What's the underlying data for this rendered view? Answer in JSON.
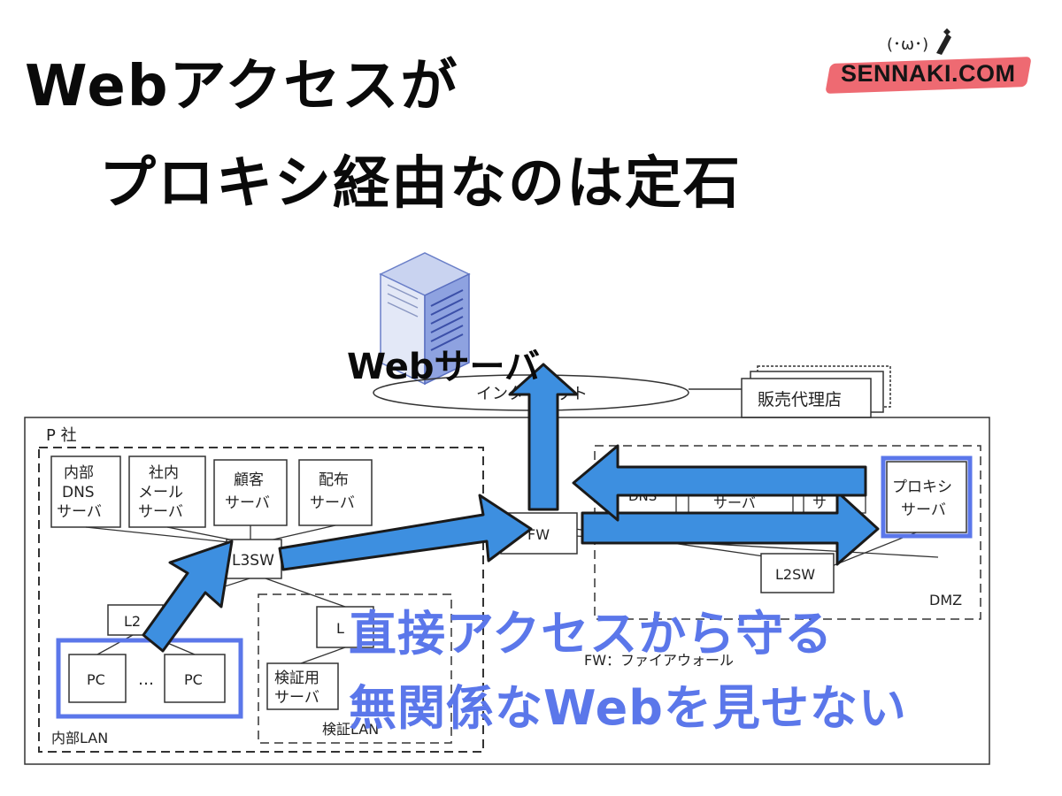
{
  "title": {
    "line1": "Webアクセスが",
    "line2": "プロキシ経由なのは定石"
  },
  "logo": {
    "text": "SENNAKI.COM",
    "face": "(･ω･)"
  },
  "overlay": {
    "web_server_label": "Webサーバ",
    "caption_line1": "直接アクセスから守る",
    "caption_line2": "無関係なWebを見せない"
  },
  "diagram": {
    "internet": "インターネット",
    "dealer": "販売代理店",
    "company": "P 社",
    "nodes": {
      "internal_dns": [
        "内部",
        "DNS",
        "サーバ"
      ],
      "internal_mail": [
        "社内",
        "メール",
        "サーバ"
      ],
      "customer": [
        "顧客",
        "サーバ"
      ],
      "distribution": [
        "配布",
        "サーバ"
      ],
      "l3sw": "L3SW",
      "fw": "FW",
      "l2sw_lan": "L2",
      "pc1": "PC",
      "pc_dots": "…",
      "pc2": "PC",
      "verify_server": [
        "検証用",
        "サーバ"
      ],
      "verify_l": "L",
      "dmz_dns": "DNS",
      "dmz_server1": "サーバ",
      "dmz_server2": "サ",
      "proxy": [
        "プロキシ",
        "サーバ"
      ],
      "l2sw_dmz": "L2SW"
    },
    "zones": {
      "internal_lan": "内部LAN",
      "verify_lan": "検証LAN",
      "dmz": "DMZ"
    },
    "legend": "FW：ファイアウォール"
  },
  "colors": {
    "arrow_fill": "#3d8fe0",
    "highlight_border": "#5b77ea",
    "logo_swash": "#ee6a72",
    "server_icon": "#8ea2e0"
  },
  "icons": [
    "server-rack-icon"
  ]
}
